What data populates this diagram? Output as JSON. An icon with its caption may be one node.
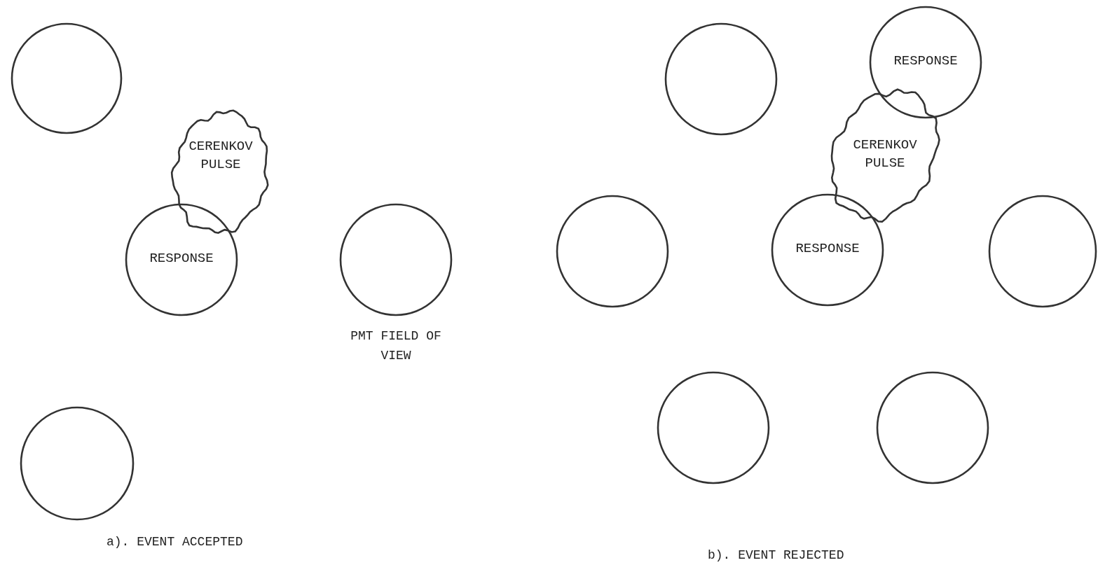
{
  "diagram": {
    "nodes": [
      {
        "text": [],
        "shape": "circle"
      },
      {
        "text": [
          "CERENKOV PULSE"
        ]
      },
      {
        "text": [
          "RESPONSE"
        ]
      },
      {
        "text": [],
        "shape": "circle",
        "beside": [
          "PMT FIELD OF VIEW"
        ]
      },
      {
        "text": [],
        "shape": "circle"
      },
      {
        "text": [],
        "shape": "circle"
      },
      {
        "text": [
          "RESPONSE"
        ]
      },
      {
        "text": [
          "CERENKOV PULSE"
        ]
      },
      {
        "text": [],
        "shape": "circle"
      },
      {
        "text": [
          "RESPONSE"
        ]
      },
      {
        "text": [],
        "shape": "circle"
      },
      {
        "text": [],
        "shape": "circle"
      },
      {
        "text": [],
        "shape": "circle"
      }
    ],
    "labels": [
      "a). EVENT ACCEPTED",
      "b). EVENT REJECTED"
    ]
  }
}
